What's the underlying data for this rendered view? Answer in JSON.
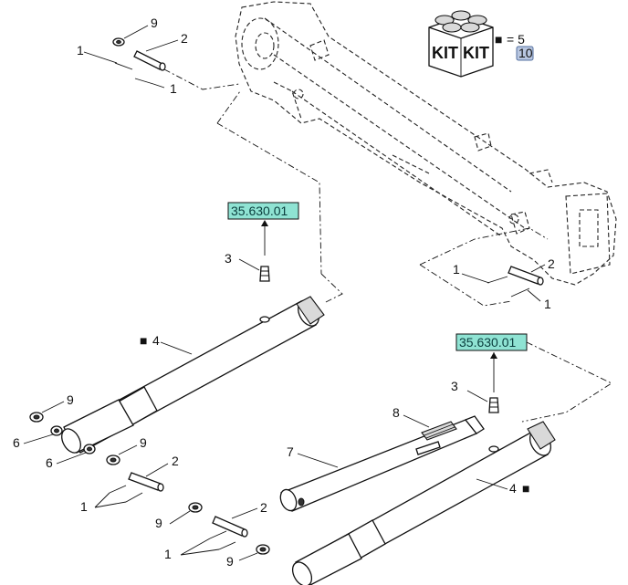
{
  "callouts": {
    "c1a": "1",
    "c1b": "1",
    "c2a": "2",
    "c9a": "9",
    "c3a": "3",
    "c4a": "4",
    "c9b": "9",
    "c6a": "6",
    "c6b": "6",
    "c9c": "9",
    "c2b": "2",
    "c1c": "1",
    "c1d": "1",
    "c2c": "2",
    "c1e": "1",
    "c3b": "3",
    "c8": "8",
    "c7": "7",
    "c4b": "4",
    "c9d": "9",
    "c2d": "2",
    "c1f": "1",
    "c9e": "9"
  },
  "refs": {
    "ref_left": "35.630.01",
    "ref_right": "35.630.01"
  },
  "kit": {
    "word_left": "KIT",
    "word_right": "KIT",
    "symbol": "■",
    "equals": "= 5",
    "quantity": "10",
    "quantity_bg": "#b8c6e0"
  },
  "marks": {
    "mark_4a": "■",
    "mark_4b": "■"
  },
  "colors": {
    "ref_fill": "#8fe3d3",
    "line": "#111111"
  }
}
